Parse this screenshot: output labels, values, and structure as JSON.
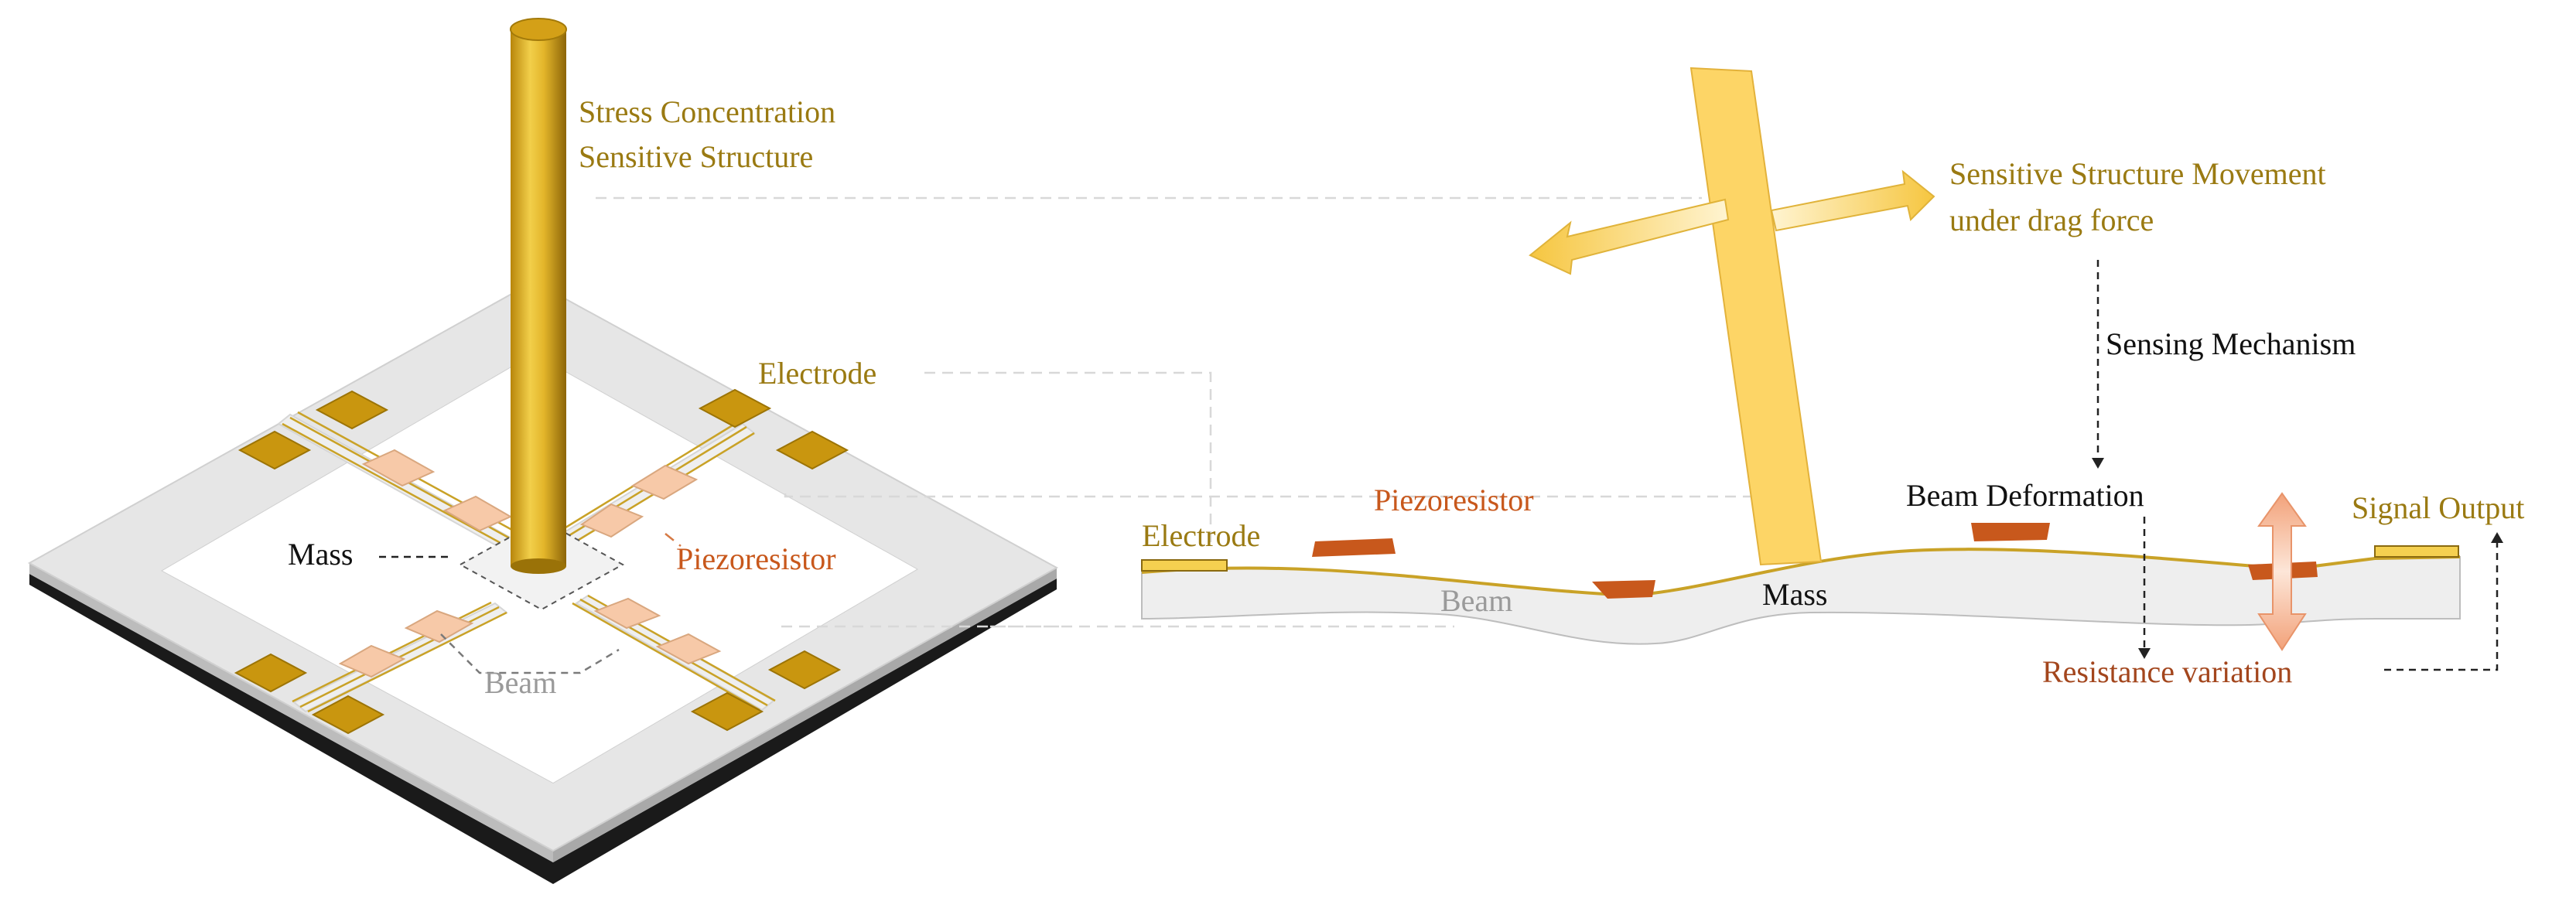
{
  "labels": {
    "stress_line1": "Stress Concentration",
    "stress_line2": "Sensitive Structure",
    "electrode_left": "Electrode",
    "mass_left": "Mass",
    "piezoresistor_left": "Piezoresistor",
    "beam_left": "Beam",
    "movement_line1": "Sensitive Structure Movement",
    "movement_line2": "under drag force",
    "sensing_mechanism": "Sensing Mechanism",
    "electrode_right": "Electrode",
    "piezoresistor_right": "Piezoresistor",
    "beam_deformation": "Beam Deformation",
    "signal_output": "Signal Output",
    "beam_right": "Beam",
    "mass_right": "Mass",
    "resistance_variation": "Resistance variation"
  },
  "colors": {
    "gold": "#c9a227",
    "gold_dark": "#8a6a10",
    "pad": "#c9960f",
    "piezoresistor": "#c8581c",
    "piezoresistor_pad": "#f7c9a8",
    "frame_top": "#e9e9e9",
    "frame_side": "#bdbdbd",
    "base": "#1a1a1a",
    "beam_gray": "#eeeeee",
    "pillar_tilted": "#fdd566",
    "label_gold": "#9a7a12",
    "label_orange": "#c8581c",
    "label_brown": "#a3461d"
  }
}
